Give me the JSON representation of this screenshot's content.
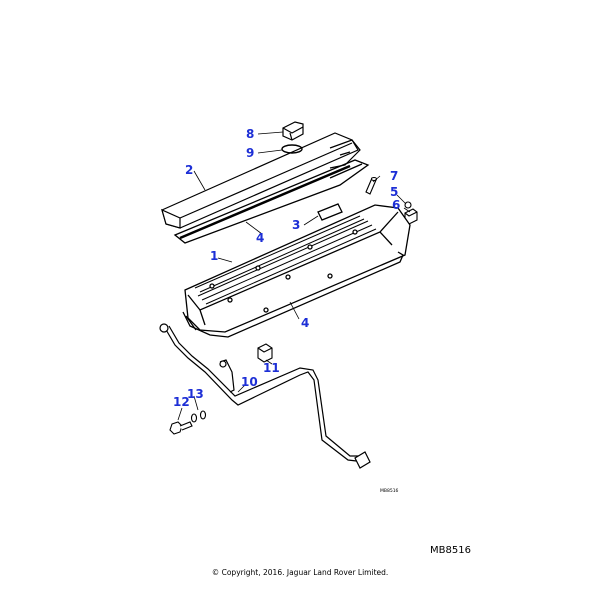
{
  "callouts": [
    {
      "id": "8",
      "label": "8"
    },
    {
      "id": "9",
      "label": "9"
    },
    {
      "id": "2",
      "label": "2"
    },
    {
      "id": "7",
      "label": "7"
    },
    {
      "id": "5",
      "label": "5"
    },
    {
      "id": "6",
      "label": "6"
    },
    {
      "id": "3",
      "label": "3"
    },
    {
      "id": "4a",
      "label": "4"
    },
    {
      "id": "1",
      "label": "1"
    },
    {
      "id": "4b",
      "label": "4"
    },
    {
      "id": "11",
      "label": "11"
    },
    {
      "id": "10",
      "label": "10"
    },
    {
      "id": "13",
      "label": "13"
    },
    {
      "id": "12",
      "label": "12"
    }
  ],
  "small_reference": "MB8516",
  "reference_code": "MB8516",
  "copyright": "© Copyright, 2016. Jaguar Land Rover Limited.",
  "colors": {
    "callout": "#1d2fd6",
    "line": "#000000",
    "background": "#ffffff"
  }
}
